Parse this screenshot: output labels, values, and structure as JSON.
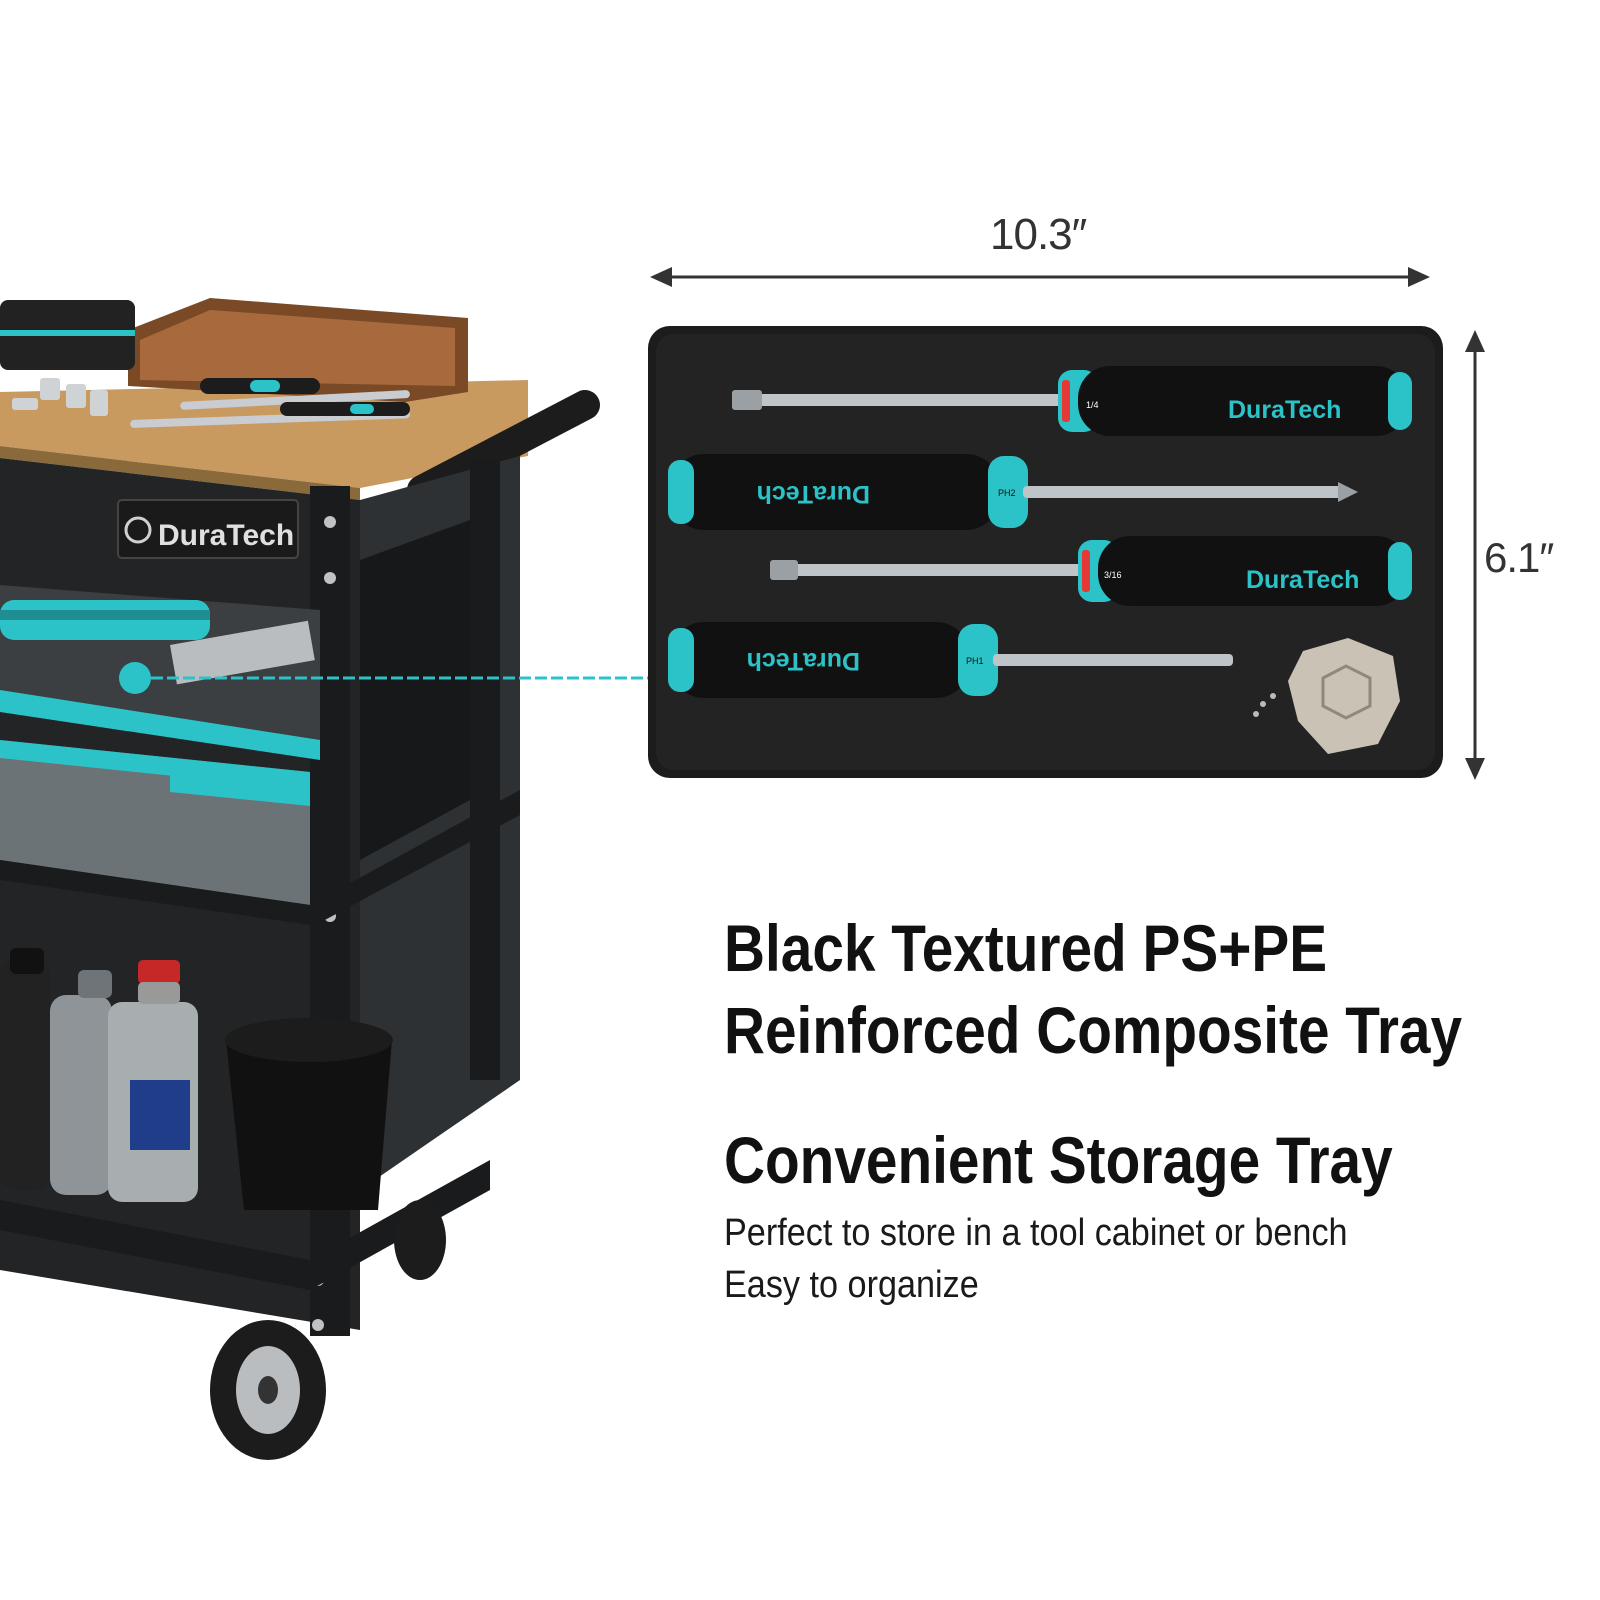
{
  "dimensions": {
    "width_label": "10.3″",
    "height_label": "6.1″"
  },
  "tray": {
    "brand_labels": [
      "DuraTech",
      "DuraTech",
      "DuraTech",
      "DuraTech"
    ],
    "bit_labels": [
      "1/4",
      "PH2",
      "3/16",
      "PH1"
    ]
  },
  "cart": {
    "brand_label": "DuraTech"
  },
  "copy": {
    "headline_line1": "Black Textured PS+PE",
    "headline_line2": "Reinforced Composite Tray",
    "subheadline": "Convenient Storage Tray",
    "body_line1": "Perfect to store in a tool cabinet or bench",
    "body_line2": "Easy to organize"
  },
  "colors": {
    "accent": "#2cc3c8",
    "tray": "#1c1c1c",
    "cart": "#222426",
    "wood": "#c89a60"
  },
  "icons": [
    "ratchet-icon",
    "socket-icon",
    "wrench-icon",
    "screwdriver-icon",
    "oil-bottle-icon",
    "caster-wheel-icon"
  ]
}
